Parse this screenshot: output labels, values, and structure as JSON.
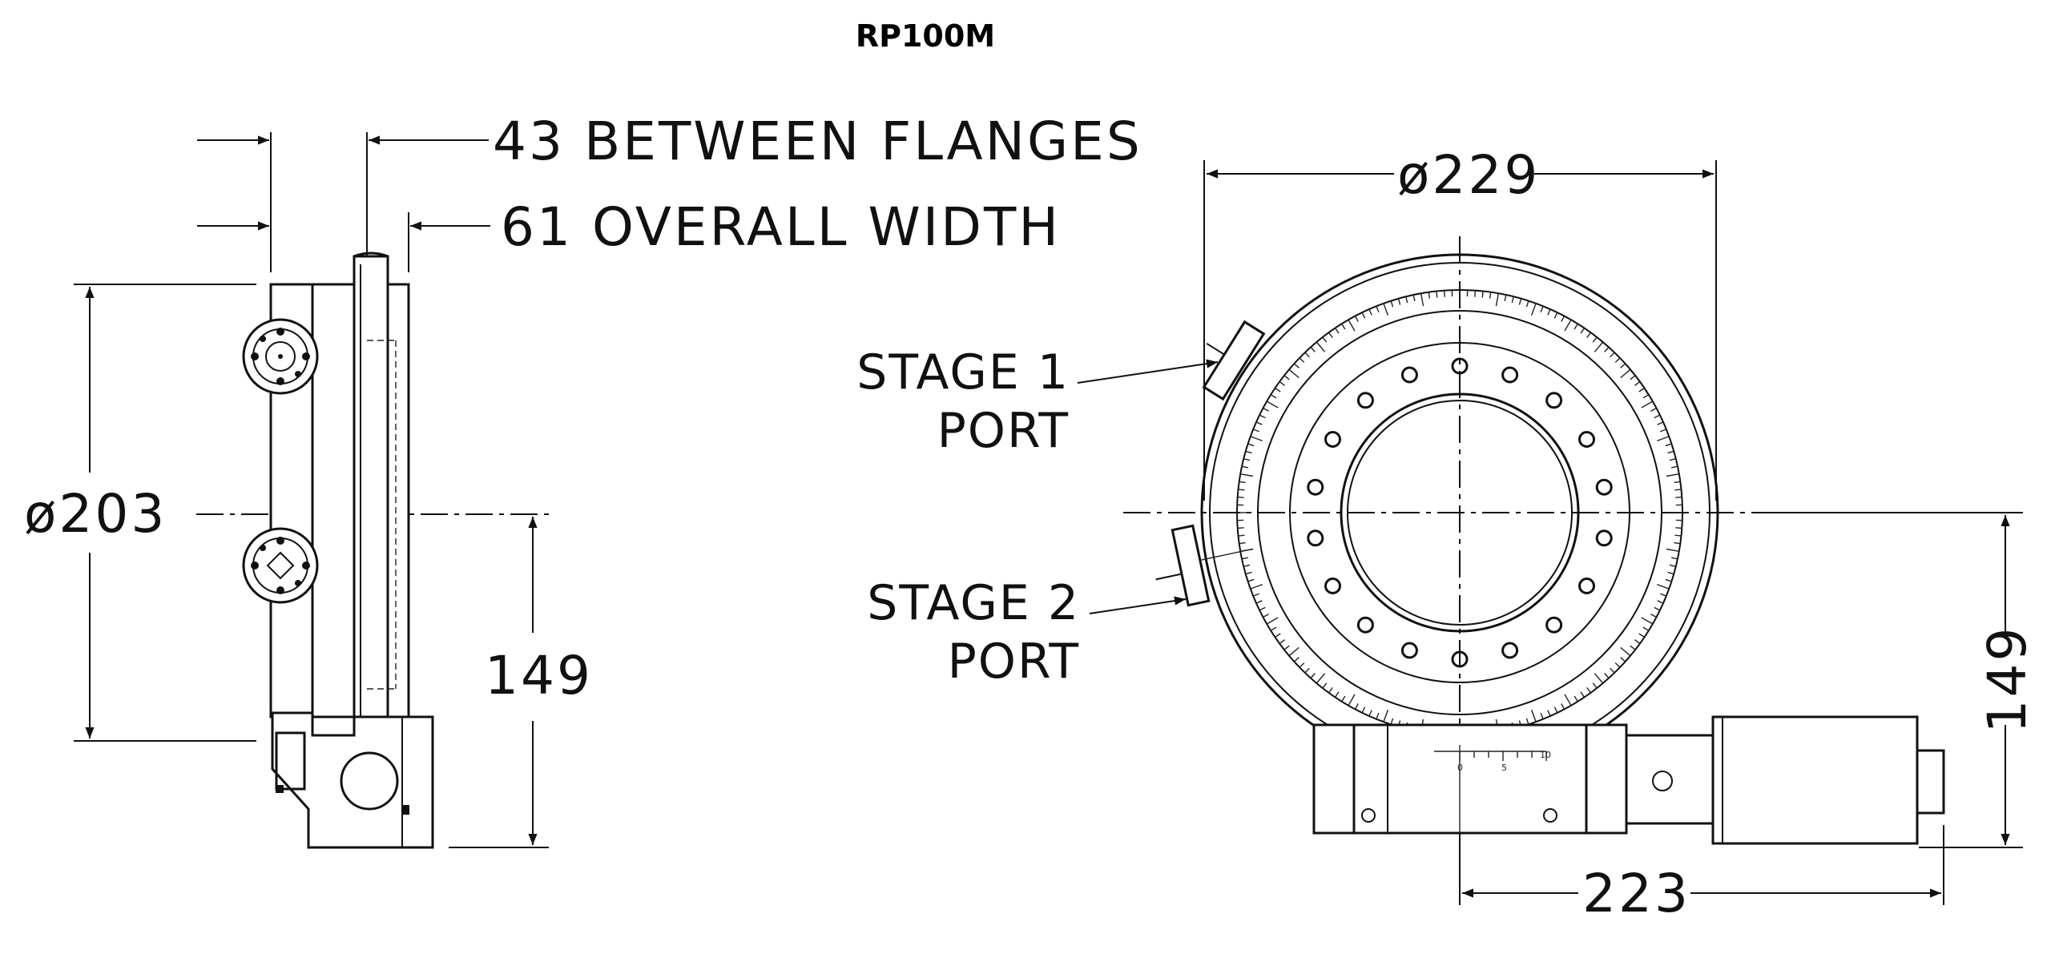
{
  "title": "RP100M",
  "dimensions": {
    "between_flanges": "43 BETWEEN FLANGES",
    "overall_width": "61 OVERALL WIDTH",
    "diameter_side": "ø203",
    "height_side": "149",
    "diameter_front": "ø229",
    "height_front": "149",
    "length_front": "223"
  },
  "ports": {
    "stage1_line1": "STAGE 1",
    "stage1_line2": "PORT",
    "stage2_line1": "STAGE 2",
    "stage2_line2": "PORT"
  },
  "scale_labels": [
    "0",
    "5",
    "10"
  ]
}
